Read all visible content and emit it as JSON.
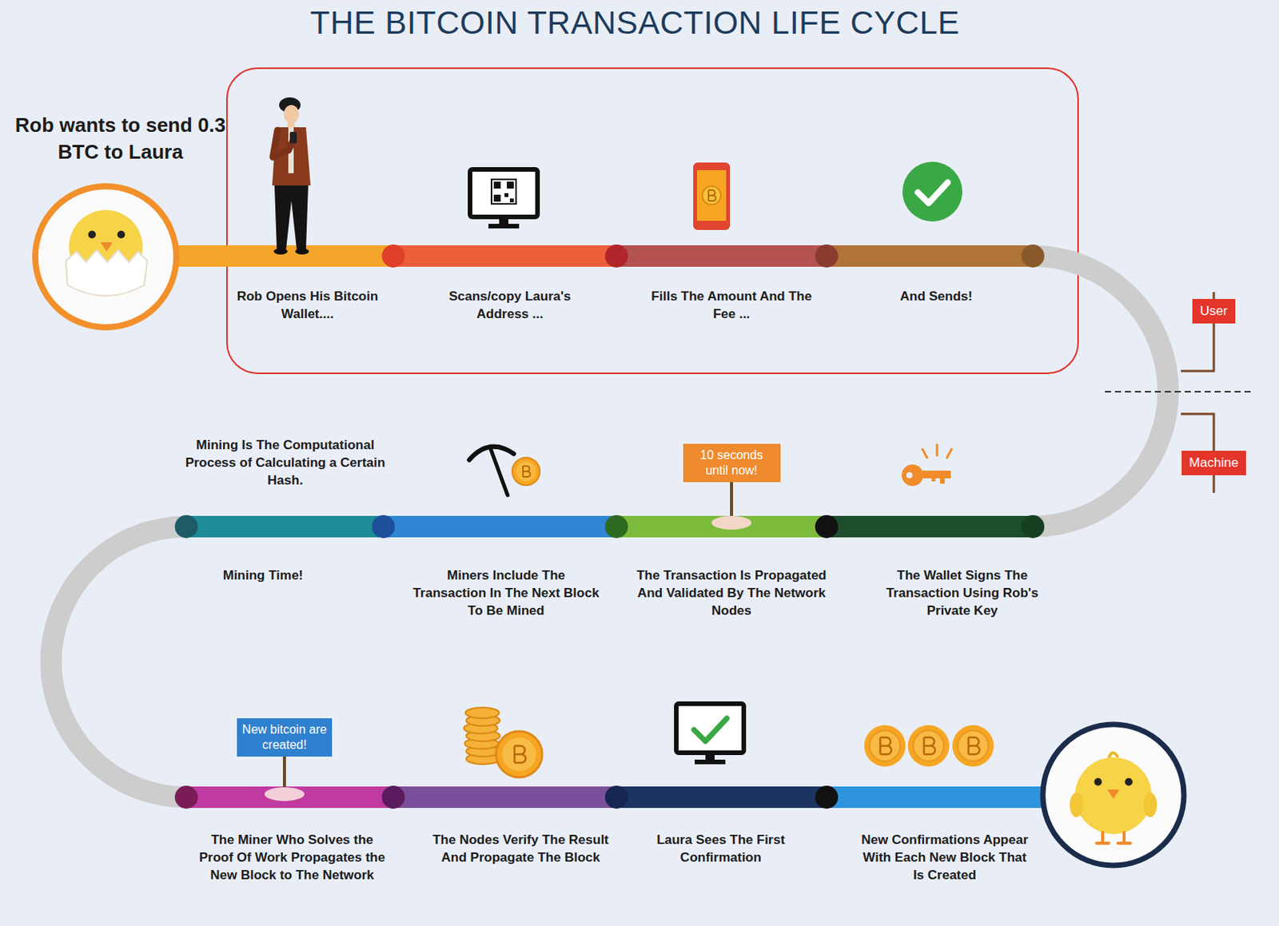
{
  "diagram": {
    "title": "THE BITCOIN TRANSACTION LIFE CYCLE",
    "nodes": [
      {
        "text": [
          "User"
        ]
      },
      {
        "text": [
          "Machine"
        ]
      },
      {
        "text": [
          "10 seconds until now!"
        ]
      },
      {
        "text": [
          "New bitcoin are created!"
        ]
      }
    ],
    "labels": [
      "Rob wants to send 0.3 BTC to Laura",
      "Rob Opens His Bitcoin Wallet....",
      "Scans/copy Laura's Address ...",
      "Fills The Amount And The Fee ...",
      "And Sends!",
      "Mining Is The Computational Process of Calculating a Certain Hash.",
      "Mining Time!",
      "Miners Include The Transaction In The Next Block To Be Mined",
      "The Transaction Is Propagated And Validated By The Network Nodes",
      "The Wallet Signs The Transaction Using Rob's Private Key",
      "The Miner Who Solves the Proof Of Work Propagates the New Block to The Network",
      "The Nodes Verify The Result And Propagate The Block",
      "Laura Sees The First Confirmation",
      "New Confirmations Appear With Each New Block That Is Created"
    ]
  }
}
